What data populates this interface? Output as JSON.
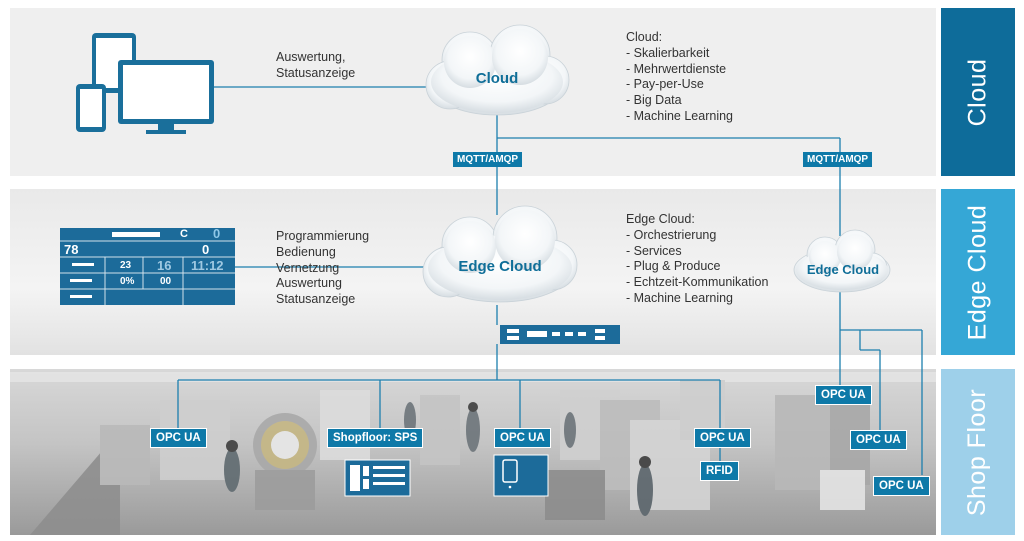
{
  "colors": {
    "cloud_band": "#0e6c9a",
    "edge_band": "#35a7d6",
    "shop_band": "#9ed0ea",
    "tag_blue": "#0e79a8",
    "line_blue": "#1d7fae",
    "cloud_text": "#0f6e98"
  },
  "bands": {
    "cloud": "Cloud",
    "edge": "Edge Cloud",
    "shop": "Shop Floor"
  },
  "cloud_section": {
    "cloud_label": "Cloud",
    "devices_caption": "Auswertung,\nStatusanzeige",
    "features": "Cloud:\n- Skalierbarkeit\n- Mehrwertdienste\n- Pay-per-Use\n- Big Data\n- Machine Learning"
  },
  "protocols": {
    "mqtt_left": "MQTT/AMQP",
    "mqtt_right": "MQTT/AMQP"
  },
  "edge_section": {
    "edge_cloud_label": "Edge Cloud",
    "edge_cloud_small_label": "Edge Cloud",
    "hmi_caption": "Programmierung\nBedienung\nVernetzung\nAuswertung\nStatusanzeige",
    "features": "Edge Cloud:\n- Orchestrierung\n- Services\n- Plug & Produce\n- Echtzeit-Kommunikation\n- Machine Learning",
    "hmi_panel": {
      "letter": "C",
      "zero_top": "0",
      "r1_left": "78",
      "r1_right": "0",
      "r2_a": "23",
      "r2_b": "16",
      "r2_c": "11:12",
      "r3_a": "0%",
      "r3_b": "00"
    }
  },
  "shop_section": {
    "opc_1": "OPC UA",
    "sps": "Shopfloor: SPS",
    "opc_2": "OPC UA",
    "opc_3": "OPC UA",
    "rfid": "RFID",
    "opc_4": "OPC UA",
    "opc_5": "OPC UA",
    "opc_6": "OPC UA"
  },
  "icons": [
    "desktop-monitor-icon",
    "tablet-icon",
    "phone-icon",
    "network-switch-icon",
    "plc-icon",
    "mobile-device-icon"
  ]
}
